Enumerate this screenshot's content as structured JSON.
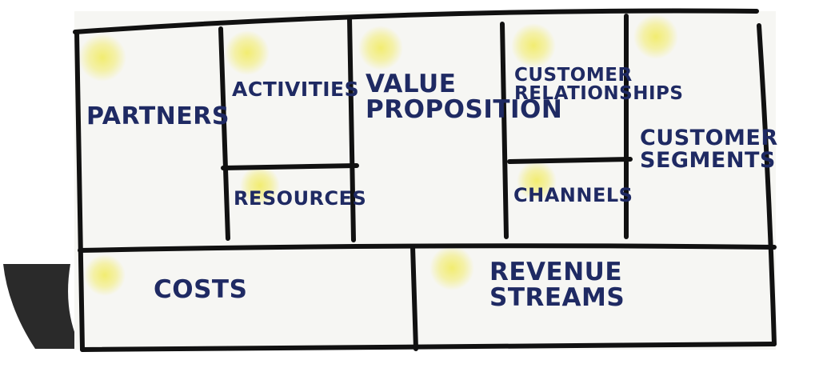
{
  "canvas": {
    "blocks": {
      "partners": "PARTNERS",
      "activities": "ACTIVITIES",
      "resources": "RESOURCES",
      "value_proposition": [
        "VALUE",
        "PROPOSITION"
      ],
      "customer_relationships": [
        "CUSTOMER",
        "RELATIONSHIPS"
      ],
      "channels": "CHANNELS",
      "customer_segments": [
        "CUSTOMER",
        "SEGMENTS"
      ],
      "costs": "COSTS",
      "revenue_streams": [
        "REVENUE",
        "STREAMS"
      ]
    },
    "colors": {
      "ink": "#111111",
      "text": "#1f2a63",
      "sticky_note": "#f2ec6a",
      "shadow_fold": "#2a2a2a"
    }
  }
}
